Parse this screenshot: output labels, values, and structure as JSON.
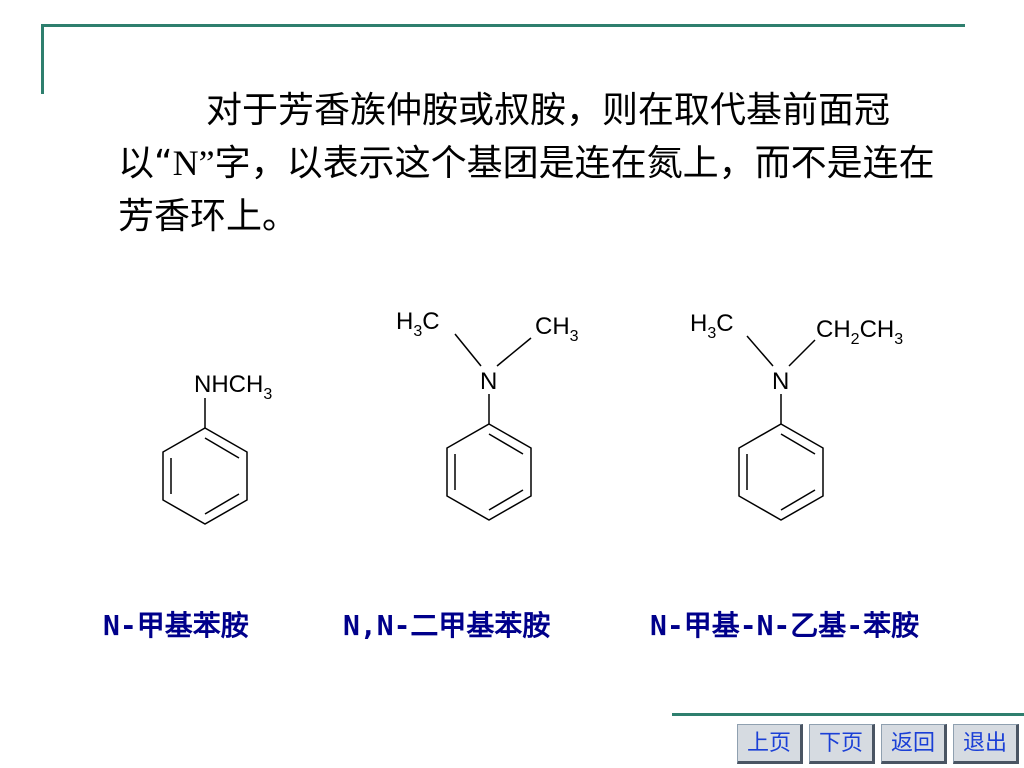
{
  "slide": {
    "paragraph": {
      "part1": "对于芳香族仲胺或叔胺，则在取代基前面冠以“",
      "part2": "N”",
      "part3": "字，以表示这个基团是连在氮上，而不是连在芳香环上。"
    },
    "structures": [
      {
        "substituent": "NHCH",
        "substituent_sub": "3",
        "name": "N-甲基苯胺"
      },
      {
        "left_group": "H",
        "left_group_sub": "3",
        "left_group_tail": "C",
        "right_group": "CH",
        "right_group_sub": "3",
        "n_atom": "N",
        "name": "N,N-二甲基苯胺"
      },
      {
        "left_group": "H",
        "left_group_sub": "3",
        "left_group_tail": "C",
        "right_group_a": "CH",
        "right_group_sub_a": "2",
        "right_group_b": "CH",
        "right_group_sub_b": "3",
        "n_atom": "N",
        "name": "N-甲基-N-乙基-苯胺"
      }
    ]
  },
  "nav": {
    "prev": "上页",
    "next": "下页",
    "back": "返回",
    "exit": "退出"
  },
  "colors": {
    "frame": "#2e7f6e",
    "caption": "#00008b",
    "nav_text": "#1a3fd6"
  }
}
